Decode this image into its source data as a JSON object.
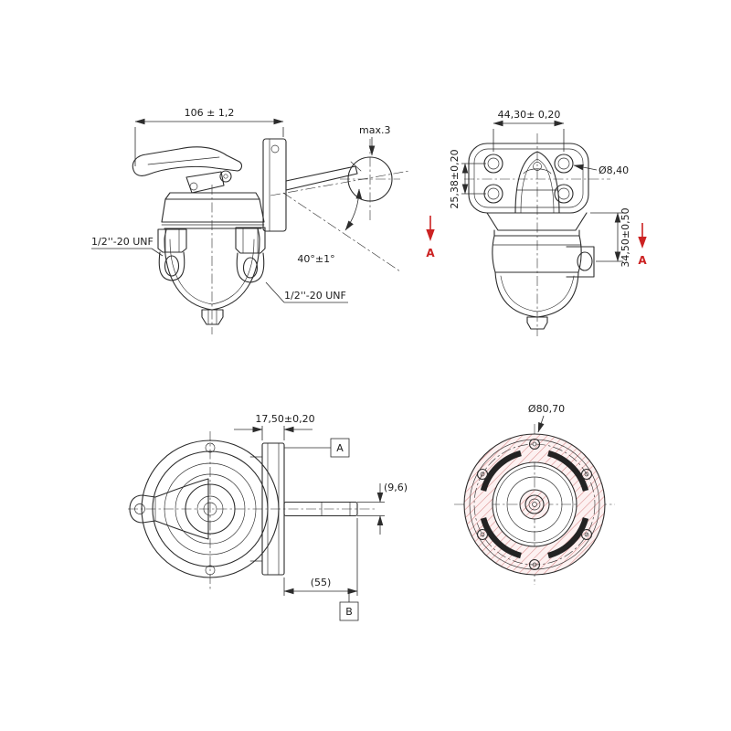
{
  "colors": {
    "line": "#2c2c2c",
    "accent_red": "#cc2222",
    "hatch_fill": "#fdf1f1",
    "hatch_line": "#d98a8a"
  },
  "views": {
    "side": {
      "dim_length": "106 ± 1,2",
      "dim_max": "max.3",
      "dim_angle": "40°±1°",
      "thread_inlet": "1/2''-20 UNF",
      "thread_outlet": "1/2''-20 UNF"
    },
    "front": {
      "dim_width": "44,30± 0,20",
      "dim_height": "25,38±0,20",
      "dim_hole": "Ø8,40",
      "dim_depth": "34,50±0,50",
      "section_left": "A",
      "section_right": "A"
    },
    "profile": {
      "dim_flange": "17,50±0,20",
      "datum_a": "A",
      "dim_rod": "(9,6)",
      "dim_length": "(55)",
      "datum_b": "B"
    },
    "flange": {
      "dim_diameter": "Ø80,70"
    }
  }
}
